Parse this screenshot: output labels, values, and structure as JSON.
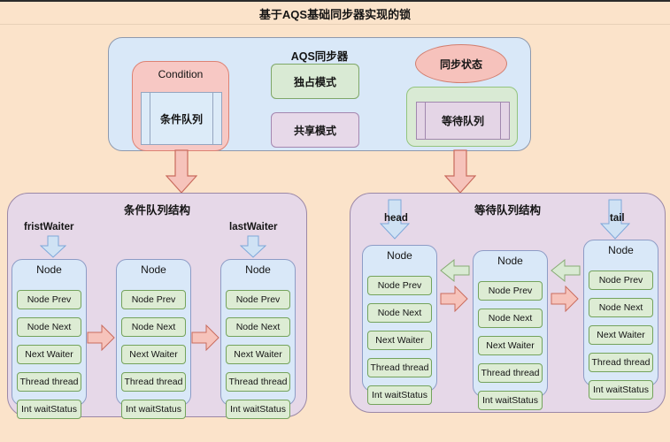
{
  "page": {
    "title": "基于AQS基础同步器实现的锁"
  },
  "aqs": {
    "title": "AQS同步器",
    "condition_label": "Condition",
    "condition_queue_label": "条件队列",
    "exclusive_mode_label": "独占模式",
    "shared_mode_label": "共享模式",
    "sync_state_label": "同步状态",
    "wait_queue_label": "等待队列"
  },
  "condition_queue": {
    "title": "条件队列结构",
    "first_waiter_label": "fristWaiter",
    "last_waiter_label": "lastWaiter",
    "node_title": "Node",
    "fields": [
      "Node Prev",
      "Node Next",
      "Next Waiter",
      "Thread thread",
      "Int waitStatus"
    ]
  },
  "wait_queue": {
    "title": "等待队列结构",
    "head_label": "head",
    "tail_label": "tail",
    "node_title": "Node",
    "fields": [
      "Node Prev",
      "Node Next",
      "Next Waiter",
      "Thread thread",
      "Int waitStatus"
    ]
  },
  "colors": {
    "background": "#fbe3ca",
    "container_blue": "#d9e8f8",
    "panel_lavender": "#e6d8e8",
    "pink": "#f7c8c4",
    "green": "#d9ead4",
    "purple": "#e4d5e6",
    "arrow_pink": "#f6c3bb",
    "arrow_blue": "#cfe2f4",
    "arrow_green": "#d9ead3"
  }
}
